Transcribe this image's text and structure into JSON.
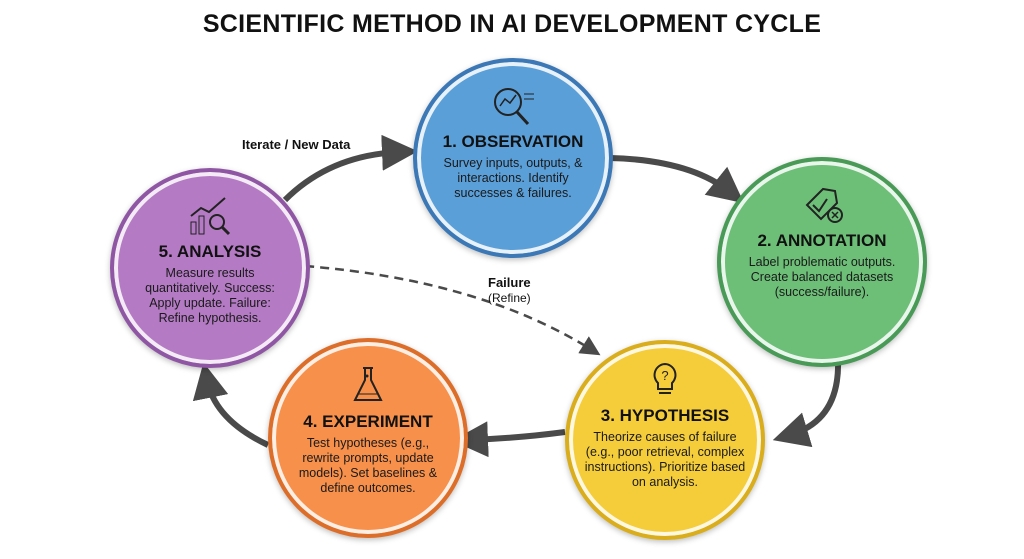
{
  "title": "SCIENTIFIC METHOD IN AI DEVELOPMENT CYCLE",
  "nodes": [
    {
      "title": "1. OBSERVATION",
      "desc": "Survey inputs, outputs, & interactions. Identify successes & failures.",
      "color": "#5b9fd8",
      "border": "#3b78b5",
      "icon": "magnifier-chart-icon"
    },
    {
      "title": "2. ANNOTATION",
      "desc": "Label problematic outputs. Create balanced datasets (success/failure).",
      "color": "#6dbf78",
      "border": "#4a9a57",
      "icon": "tag-check-icon"
    },
    {
      "title": "3. HYPOTHESIS",
      "desc": "Theorize causes of failure (e.g., poor retrieval, complex instructions). Prioritize based on analysis.",
      "color": "#f5cd3a",
      "border": "#d9ad1c",
      "icon": "lightbulb-question-icon"
    },
    {
      "title": "4. EXPERIMENT",
      "desc": "Test hypotheses (e.g., rewrite prompts, update models). Set baselines & define outcomes.",
      "color": "#f7904a",
      "border": "#dc6e2a",
      "icon": "flask-icon"
    },
    {
      "title": "5. ANALYSIS",
      "desc": "Measure results quantitatively. Success: Apply update. Failure: Refine hypothesis.",
      "color": "#b47bc4",
      "border": "#8f57a3",
      "icon": "chart-magnifier-icon"
    }
  ],
  "labels": {
    "iterate": "Iterate / New Data",
    "failure": "Failure",
    "refine": "(Refine)"
  },
  "arrow_color": "#4a4a4a"
}
